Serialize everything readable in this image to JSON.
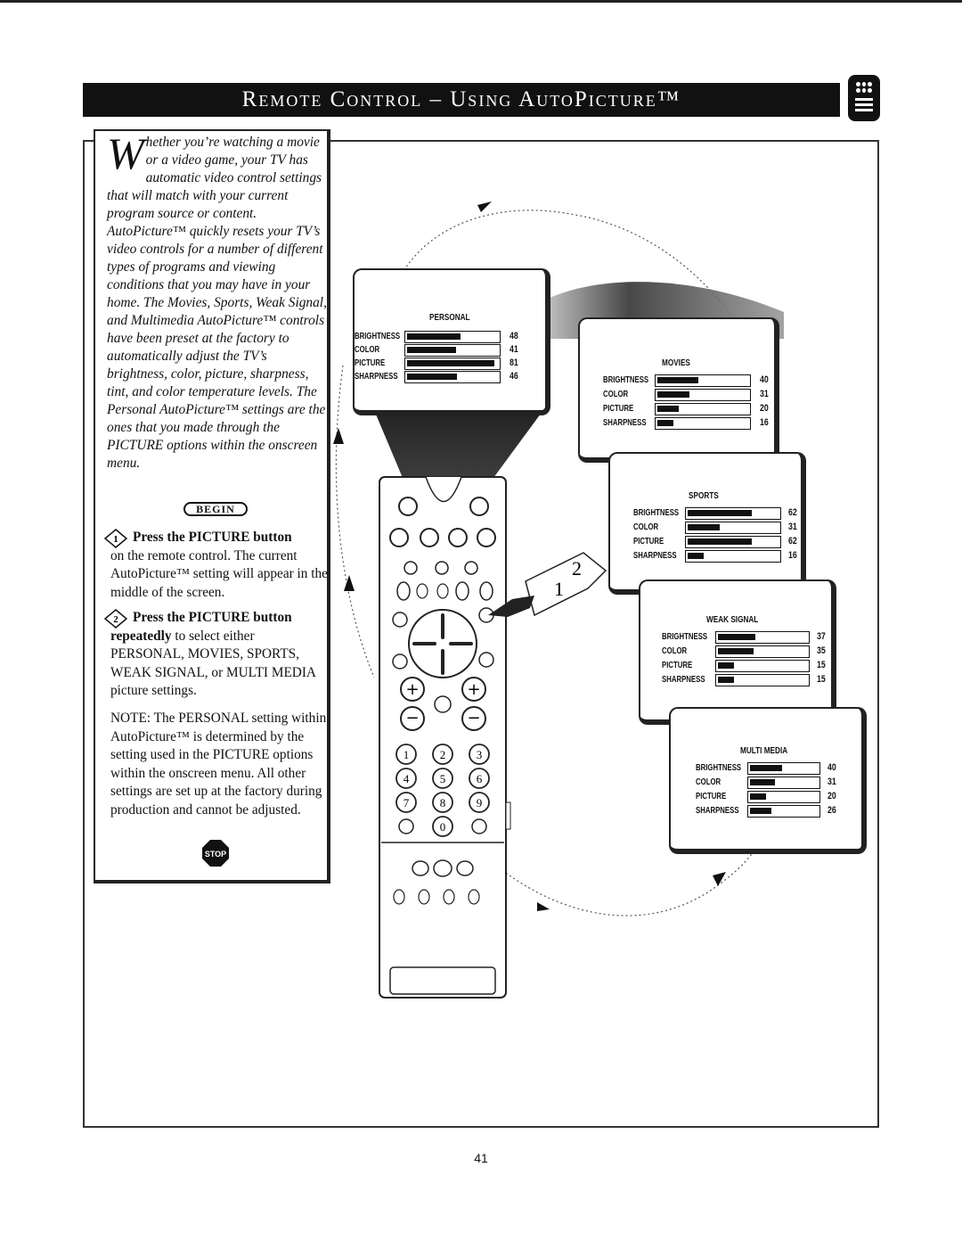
{
  "header": {
    "title": "Remote Control – Using AutoPicture™"
  },
  "intro": {
    "dropcap": "W",
    "text": "hether you’re watching a movie or a video game, your TV has automatic video control settings that will match with your current program source or content. AutoPicture™ quickly resets your TV’s video controls for a number of different types of programs and viewing conditions that you may have in your home. The Movies, Sports, Weak Signal, and Multimedia AutoPicture™ controls have been preset at the factory to automatically adjust the TV’s brightness, color, picture, sharpness, tint, and color temperature levels. The Personal AutoPicture™ settings are the ones that you made through the PICTURE options within the onscreen menu."
  },
  "begin_label": "BEGIN",
  "steps": [
    {
      "number": "1",
      "head": "Press the PICTURE button",
      "text": "on the remote control. The current AutoPicture™ setting will appear in the middle of the screen."
    },
    {
      "number": "2",
      "head": "Press the PICTURE button",
      "head2": "repeatedly",
      "text": "to select either PERSONAL, MOVIES, SPORTS, WEAK SIGNAL, or MULTI MEDIA picture settings."
    }
  ],
  "note": {
    "label": "NOTE:",
    "text": "The PERSONAL setting within AutoPicture™ is determined by the setting used in the PICTURE options within the onscreen menu. All other settings are set up at the factory during production and cannot be adjusted."
  },
  "stop_label": "STOP",
  "callout_numbers": [
    "1",
    "2"
  ],
  "screens": [
    {
      "name": "PERSONAL",
      "rows": [
        {
          "label": "BRIGHTNESS",
          "value": 48
        },
        {
          "label": "COLOR",
          "value": 41
        },
        {
          "label": "PICTURE",
          "value": 81
        },
        {
          "label": "SHARPNESS",
          "value": 46
        }
      ]
    },
    {
      "name": "MOVIES",
      "rows": [
        {
          "label": "BRIGHTNESS",
          "value": 40
        },
        {
          "label": "COLOR",
          "value": 31
        },
        {
          "label": "PICTURE",
          "value": 20
        },
        {
          "label": "SHARPNESS",
          "value": 16
        }
      ]
    },
    {
      "name": "SPORTS",
      "rows": [
        {
          "label": "BRIGHTNESS",
          "value": 62
        },
        {
          "label": "COLOR",
          "value": 31
        },
        {
          "label": "PICTURE",
          "value": 62
        },
        {
          "label": "SHARPNESS",
          "value": 16
        }
      ]
    },
    {
      "name": "WEAK SIGNAL",
      "rows": [
        {
          "label": "BRIGHTNESS",
          "value": 37
        },
        {
          "label": "COLOR",
          "value": 35
        },
        {
          "label": "PICTURE",
          "value": 15
        },
        {
          "label": "SHARPNESS",
          "value": 15
        }
      ]
    },
    {
      "name": "MULTI MEDIA",
      "rows": [
        {
          "label": "BRIGHTNESS",
          "value": 40
        },
        {
          "label": "COLOR",
          "value": 31
        },
        {
          "label": "PICTURE",
          "value": 20
        },
        {
          "label": "SHARPNESS",
          "value": 26
        }
      ]
    }
  ],
  "remote": {
    "number_keys": [
      "1",
      "2",
      "3",
      "4",
      "5",
      "6",
      "7",
      "8",
      "9",
      "0"
    ]
  },
  "page_number": "41"
}
